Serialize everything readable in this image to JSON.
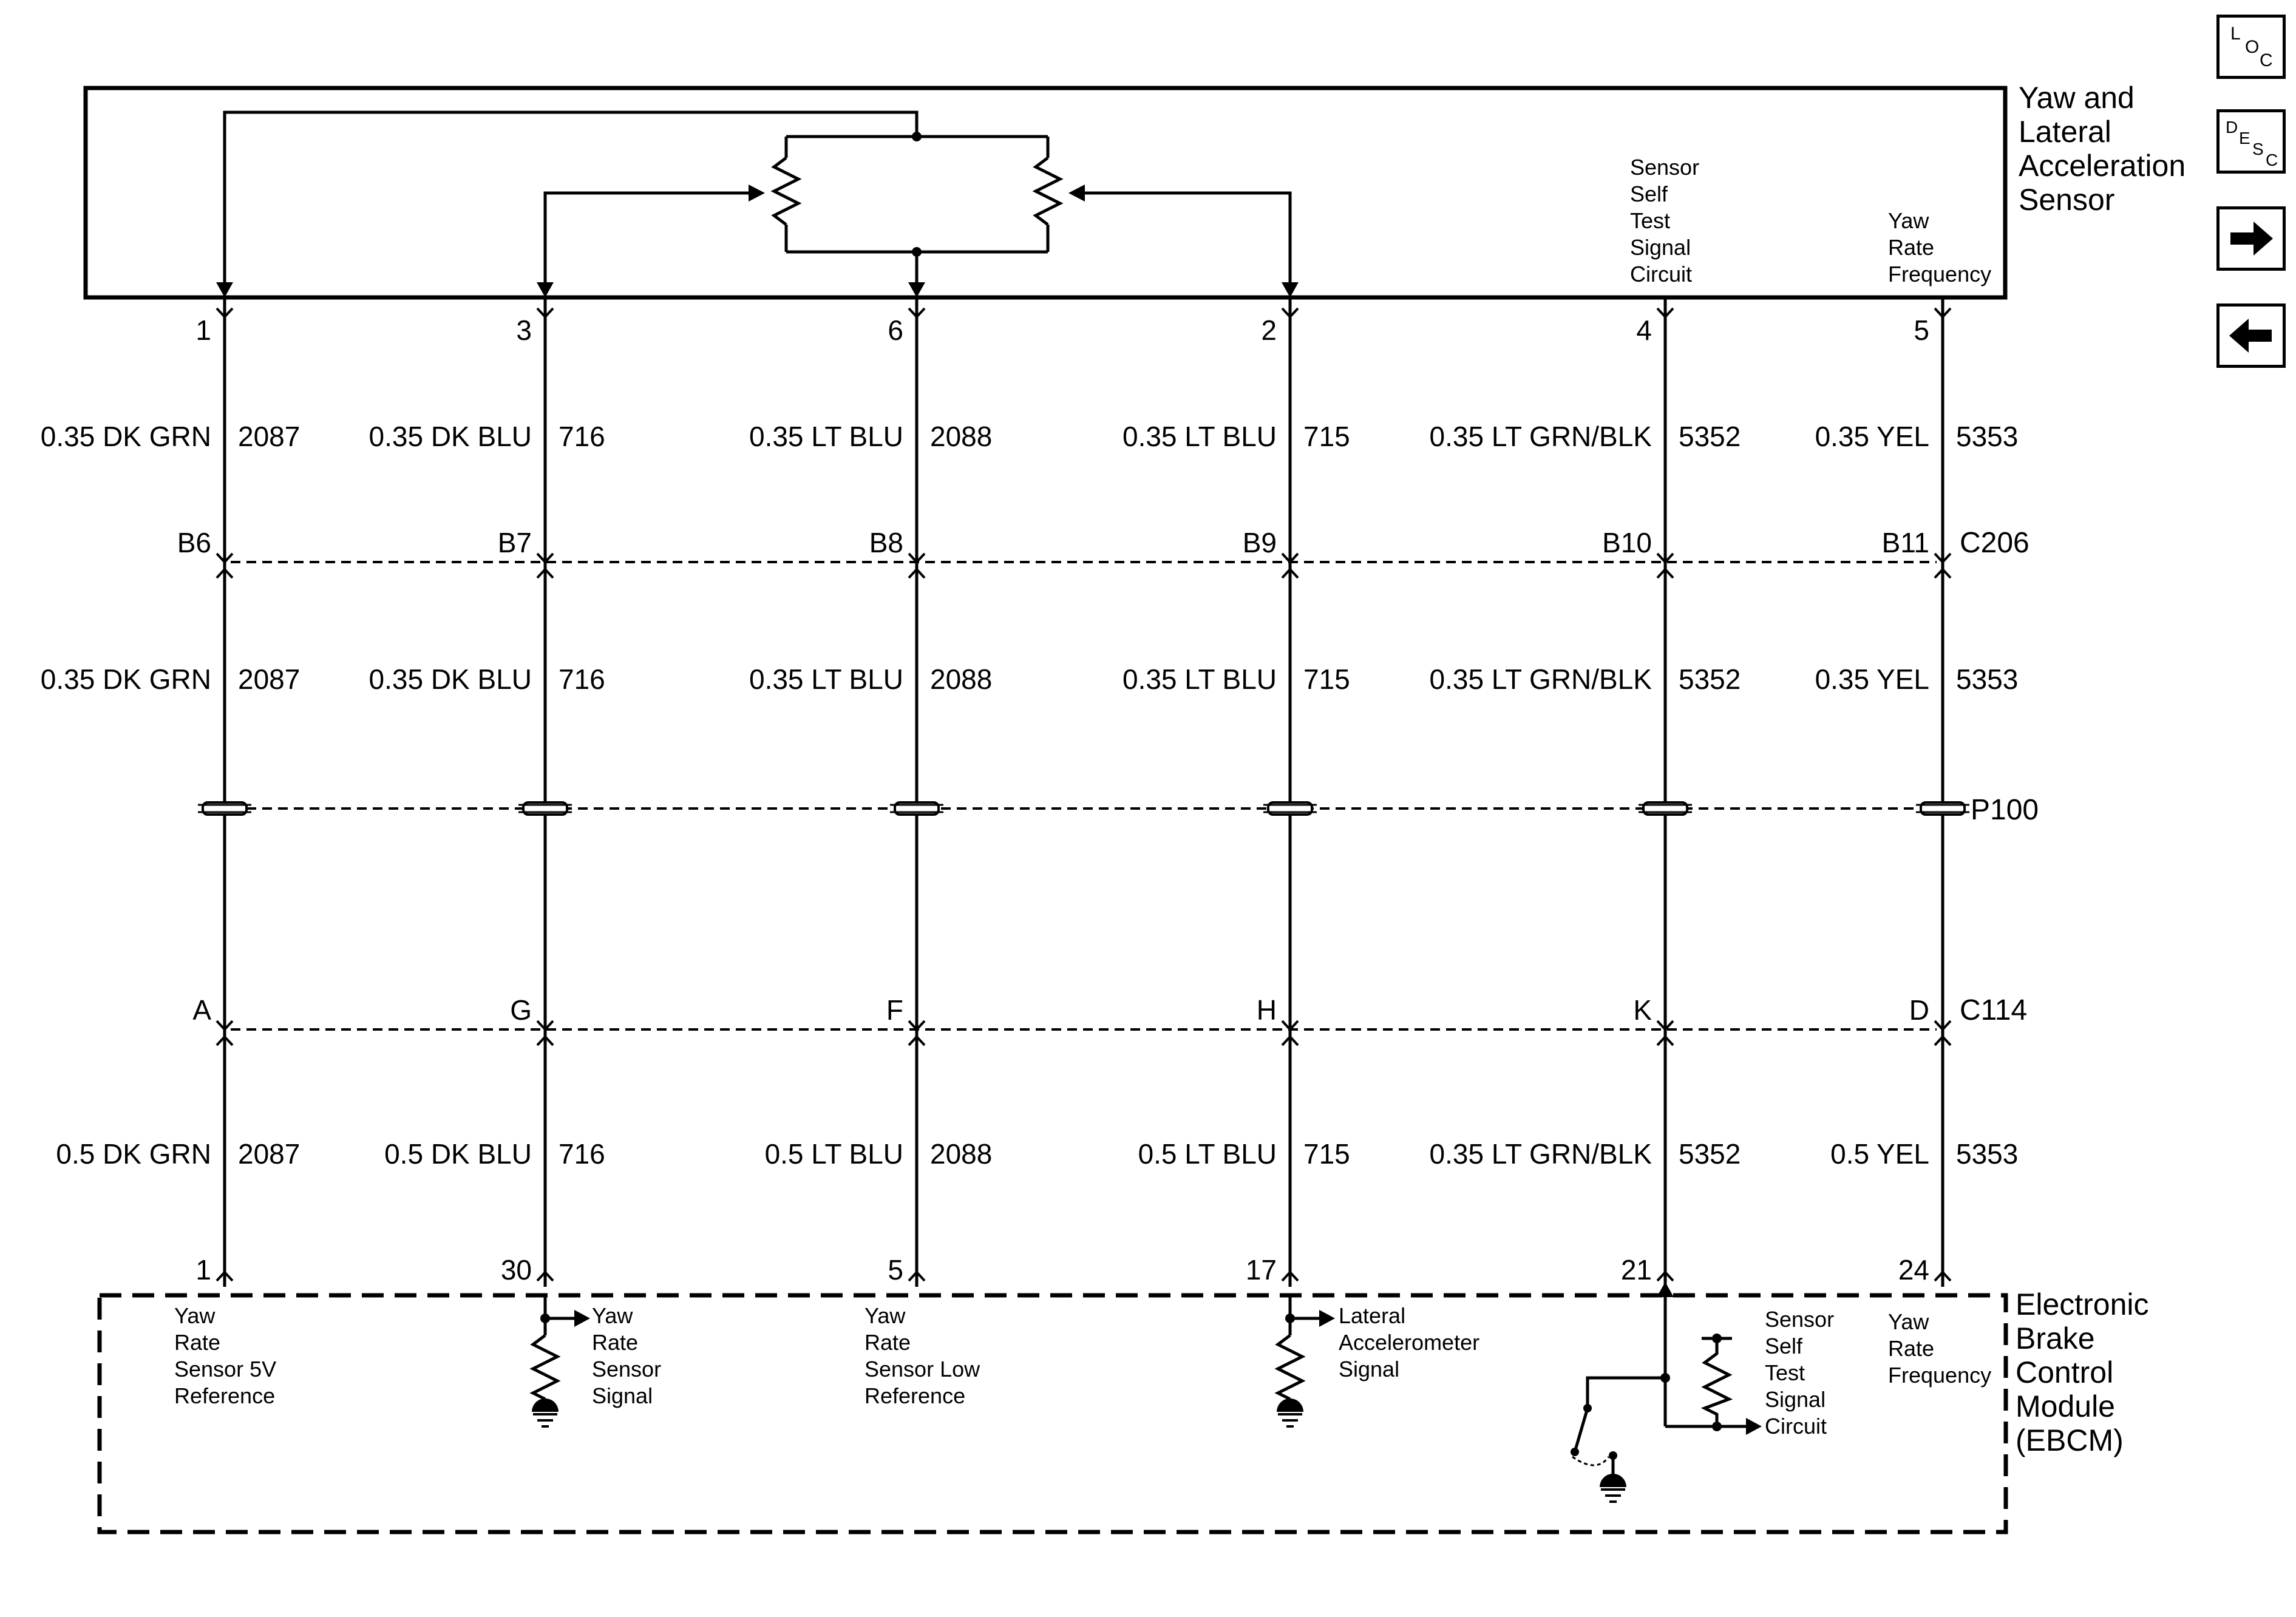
{
  "sensor": {
    "title_lines": [
      "Yaw and",
      "Lateral",
      "Acceleration",
      "Sensor"
    ],
    "self_test_lines": [
      "Sensor",
      "Self",
      "Test",
      "Signal",
      "Circuit"
    ],
    "yaw_freq_lines": [
      "Yaw",
      "Rate",
      "Frequency"
    ]
  },
  "module": {
    "title_lines": [
      "Electronic",
      "Brake",
      "Control",
      "Module",
      "(EBCM)"
    ],
    "labels": [
      [
        "Yaw",
        "Rate",
        "Sensor 5V",
        "Reference"
      ],
      [
        "Yaw",
        "Rate",
        "Sensor",
        "Signal"
      ],
      [
        "Yaw",
        "Rate",
        "Sensor Low",
        "Reference"
      ],
      [
        "Lateral",
        "Accelerometer",
        "Signal"
      ],
      [
        "Sensor",
        "Self",
        "Test",
        "Signal",
        "Circuit"
      ],
      [
        "Yaw",
        "Rate",
        "Frequency"
      ]
    ]
  },
  "connectors": {
    "c206": "C206",
    "p100": "P100",
    "c114": "C114"
  },
  "wires": [
    {
      "sensor_pin": "1",
      "c206_pin": "B6",
      "c114_pin": "A",
      "ebcm_pin": "1",
      "upper_color": "0.35 DK GRN",
      "lower_color": "0.5 DK GRN",
      "circuit": "2087"
    },
    {
      "sensor_pin": "3",
      "c206_pin": "B7",
      "c114_pin": "G",
      "ebcm_pin": "30",
      "upper_color": "0.35 DK BLU",
      "lower_color": "0.5 DK BLU",
      "circuit": "716"
    },
    {
      "sensor_pin": "6",
      "c206_pin": "B8",
      "c114_pin": "F",
      "ebcm_pin": "5",
      "upper_color": "0.35 LT BLU",
      "lower_color": "0.5 LT BLU",
      "circuit": "2088"
    },
    {
      "sensor_pin": "2",
      "c206_pin": "B9",
      "c114_pin": "H",
      "ebcm_pin": "17",
      "upper_color": "0.35 LT BLU",
      "lower_color": "0.5 LT BLU",
      "circuit": "715"
    },
    {
      "sensor_pin": "4",
      "c206_pin": "B10",
      "c114_pin": "K",
      "ebcm_pin": "21",
      "upper_color": "0.35 LT GRN/BLK",
      "lower_color": "0.35 LT GRN/BLK",
      "circuit": "5352"
    },
    {
      "sensor_pin": "5",
      "c206_pin": "B11",
      "c114_pin": "D",
      "ebcm_pin": "24",
      "upper_color": "0.35 YEL",
      "lower_color": "0.5 YEL",
      "circuit": "5353"
    }
  ],
  "nav": {
    "loc": [
      "L",
      "O",
      "C"
    ],
    "desc": [
      "D",
      "E",
      "S",
      "C"
    ],
    "forward_icon": "arrow-right-icon",
    "back_icon": "arrow-left-icon"
  }
}
